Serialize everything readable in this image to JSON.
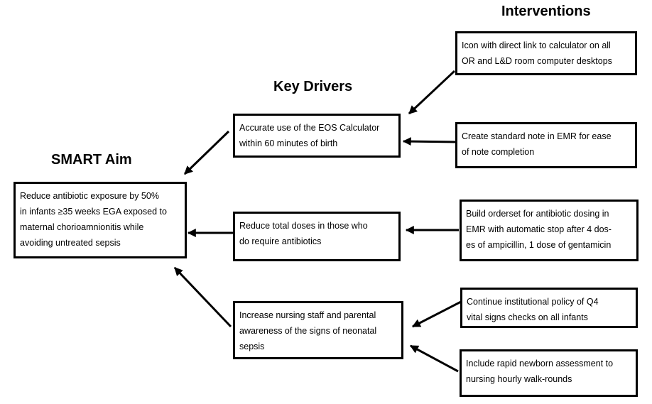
{
  "headings": {
    "smart_aim": "SMART Aim",
    "key_drivers": "Key Drivers",
    "interventions": "Interventions"
  },
  "smart_aim": {
    "lines": [
      "Reduce antibiotic exposure by 50%",
      "in infants ≥35 weeks EGA exposed to",
      "maternal chorioamnionitis while",
      "avoiding untreated sepsis"
    ]
  },
  "key_drivers": [
    {
      "lines": [
        "Accurate use of the EOS Calculator",
        "within 60 minutes of birth"
      ]
    },
    {
      "lines": [
        "Reduce total doses in those who",
        "do require antibiotics"
      ]
    },
    {
      "lines": [
        "Increase nursing staff and parental",
        "awareness of the signs of neonatal",
        "sepsis"
      ]
    }
  ],
  "interventions": [
    {
      "lines": [
        "Icon with direct link to calculator on all",
        "OR and L&D room computer desktops"
      ]
    },
    {
      "lines": [
        "Create standard note in EMR for ease",
        "of note completion"
      ]
    },
    {
      "lines": [
        "Build orderset for antibiotic dosing in",
        "EMR with automatic stop after 4 dos-",
        "es of ampicillin, 1 dose of gentamicin"
      ]
    },
    {
      "lines": [
        "Continue institutional policy of Q4",
        "vital signs checks on all infants"
      ]
    },
    {
      "lines": [
        "Include rapid newborn assessment to",
        "nursing hourly walk-rounds"
      ]
    }
  ]
}
